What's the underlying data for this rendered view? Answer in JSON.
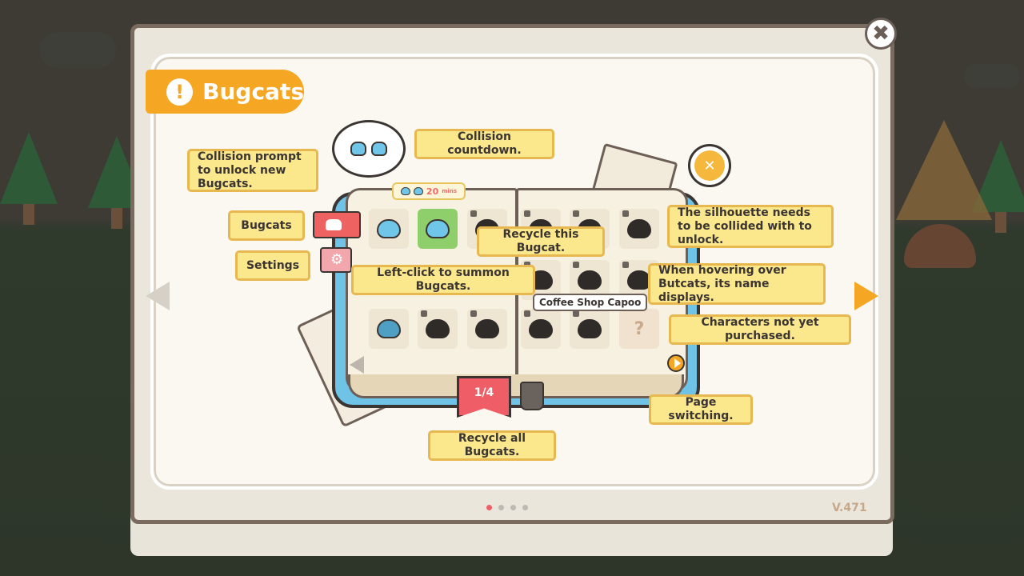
{
  "title": "Bugcats",
  "title_icon": "exclamation-icon",
  "colors": {
    "accent": "#f5a623",
    "callout_bg": "#fbe78c",
    "callout_border": "#e8b850",
    "card_bg": "#fbf8f1"
  },
  "callouts": {
    "collision_prompt": "Collision prompt to unlock new Bugcats.",
    "collision_countdown": "Collision countdown.",
    "bugcats_tab": "Bugcats",
    "settings_tab": "Settings",
    "left_click": "Left-click to summon Bugcats.",
    "recycle_one": "Recycle this Bugcat.",
    "silhouette": "The silhouette needs to be collided with to unlock.",
    "hover_name": "When hovering over Butcats, its name displays.",
    "not_purchased": "Characters not yet purchased.",
    "page_switching": "Page switching.",
    "recycle_all": "Recycle all Bugcats."
  },
  "book": {
    "countdown_value": "20",
    "countdown_unit": "mins",
    "page_indicator": "1/4",
    "hover_tag": "Coffee Shop Capoo",
    "unknown_slot": "?"
  },
  "pagination": {
    "total": 4,
    "current": 1
  },
  "version": "V.471"
}
